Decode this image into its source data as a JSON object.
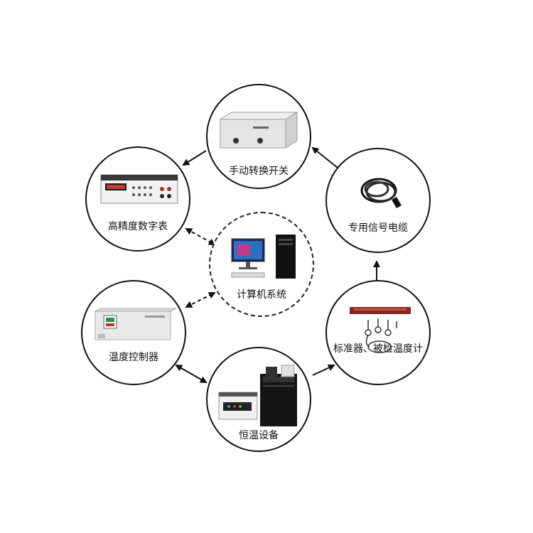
{
  "nodes": {
    "switch": {
      "label": "手动转换开关",
      "icon": "switch-box-icon"
    },
    "cable": {
      "label": "专用信号电缆",
      "icon": "cable-icon"
    },
    "probe": {
      "label": "标准器、被检温度计",
      "icon": "thermometer-probes-icon"
    },
    "bath": {
      "label": "恒温设备",
      "icon": "constant-temperature-bath-icon"
    },
    "ctrl": {
      "label": "温度控制器",
      "icon": "temperature-controller-icon"
    },
    "meter": {
      "label": "高精度数字表",
      "icon": "digital-multimeter-icon"
    },
    "computer": {
      "label": "计算机系统",
      "icon": "computer-icon"
    }
  },
  "colors": {
    "stroke": "#111111",
    "text": "#111111",
    "device": "#d9d9d9",
    "accent": "#b0332a"
  }
}
